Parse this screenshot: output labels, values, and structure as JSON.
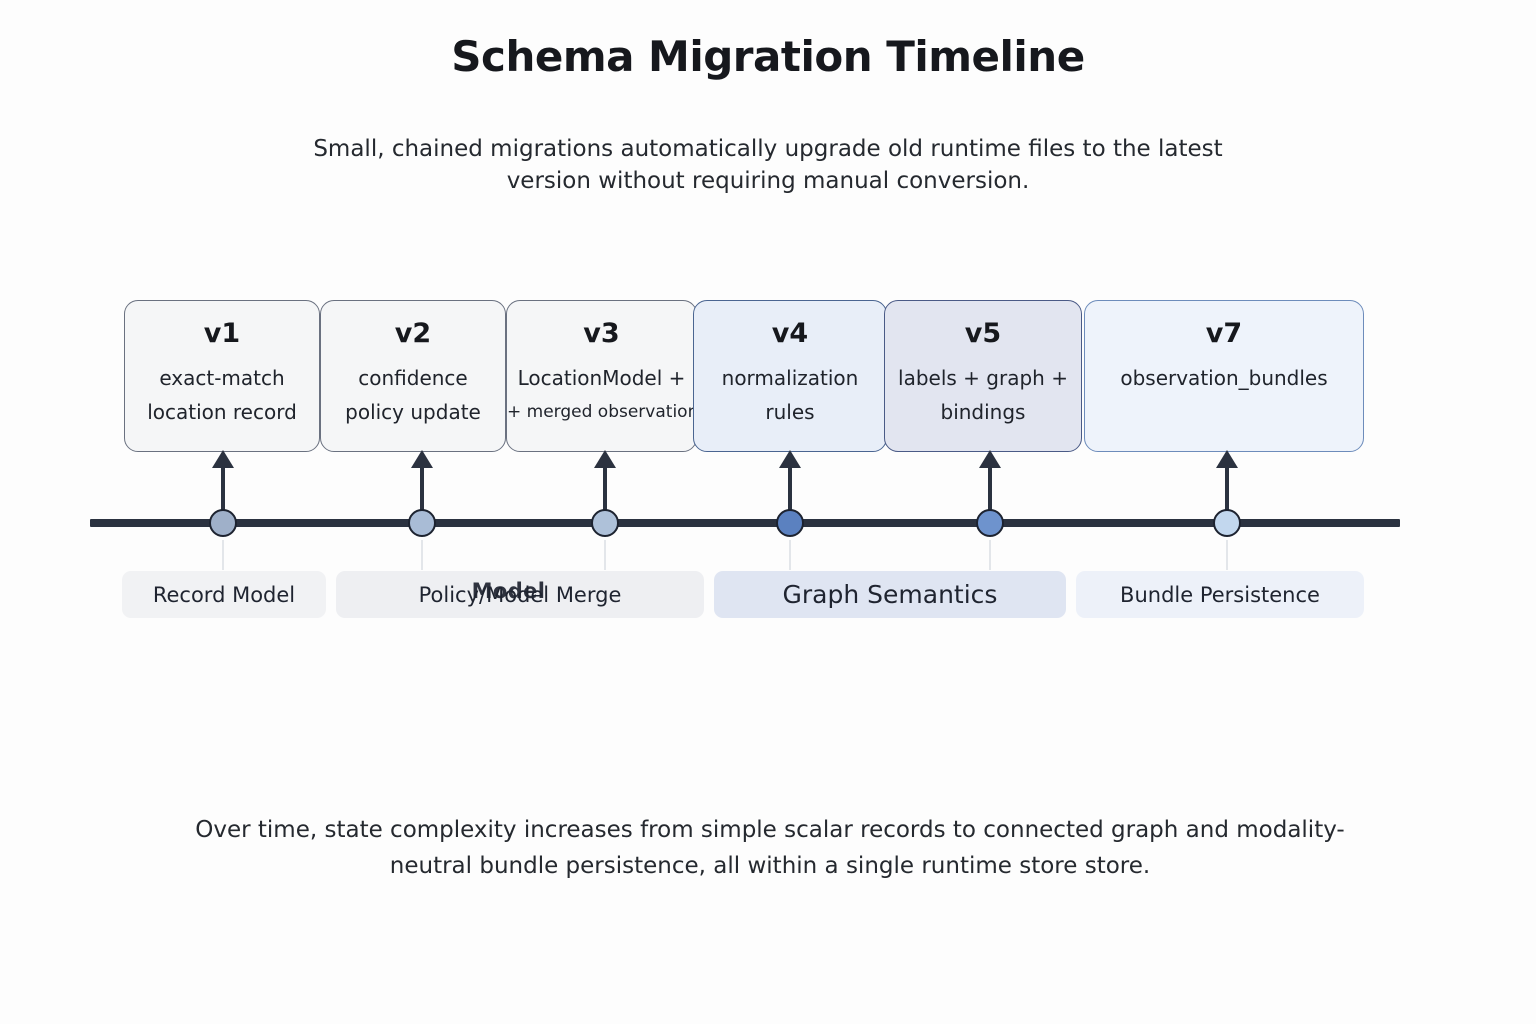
{
  "page": {
    "title": "Schema Migration Timeline",
    "subtitle": "Small, chained migrations automatically upgrade old runtime files to the latest version without requiring manual conversion.",
    "footer_caption": "Over time, state complexity increases from simple scalar records to connected graph and modality-neutral bundle persistence, all within a single runtime store store.",
    "background_color": "#fdfdfd"
  },
  "timeline": {
    "axis_color": "#2b3240",
    "versions": [
      {
        "version": "v1",
        "detail_line1": "exact-match",
        "detail_line2": "location record",
        "card_fill": "#f5f6f7",
        "card_border": "#6a7180",
        "dot_fill": "#9fb0c9"
      },
      {
        "version": "v2",
        "detail_line1": "confidence",
        "detail_line2": "policy update",
        "card_fill": "#f5f6f7",
        "card_border": "#6a7180",
        "dot_fill": "#a9bcd6"
      },
      {
        "version": "v3",
        "detail_line1": "LocationModel +",
        "detail_line2": "+ merged observation",
        "card_fill": "#f5f6f7",
        "card_border": "#6a7180",
        "dot_fill": "#aec1d9"
      },
      {
        "version": "v4",
        "detail_line1": "normalization",
        "detail_line2": "rules",
        "card_fill": "#e8eef8",
        "card_border": "#4a6591",
        "dot_fill": "#5b81c0"
      },
      {
        "version": "v5",
        "detail_line1": "labels + graph +",
        "detail_line2": "bindings",
        "card_fill": "#e2e5f0",
        "card_border": "#4a5a86",
        "dot_fill": "#6e93cd"
      },
      {
        "version": "v7",
        "detail_line1": "observation_bundles",
        "detail_line2": "",
        "card_fill": "#eef3fb",
        "card_border": "#6d8cbb",
        "dot_fill": "#c2d7ee"
      }
    ],
    "phases": [
      {
        "label": "Record Model",
        "fill": "#f1f2f4",
        "emphasis": false
      },
      {
        "label": "Policy/Model Merge",
        "ghost_label": "Model",
        "fill": "#eeeff2",
        "emphasis": false
      },
      {
        "label": "Graph Semantics",
        "fill": "#dfe5f2",
        "emphasis": true
      },
      {
        "label": "Bundle Persistence",
        "fill": "#edf1f9",
        "emphasis": false
      }
    ]
  }
}
